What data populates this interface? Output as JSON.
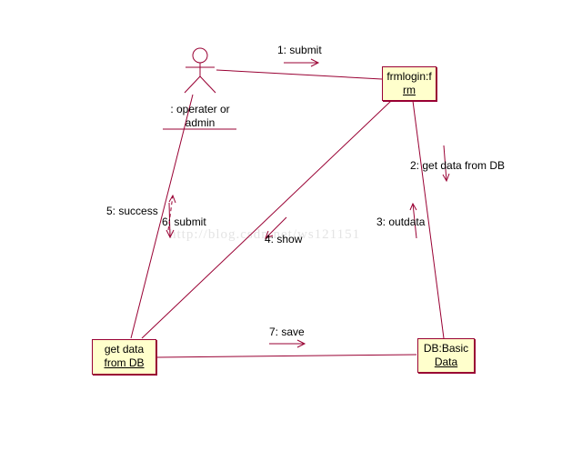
{
  "actor": {
    "label_line1": ": operater or",
    "label_line2": "admin"
  },
  "objects": {
    "frmlogin": {
      "line1": "frmlogin:f",
      "line2": "rm"
    },
    "db_basic": {
      "line1": "DB:Basic",
      "line2": "Data"
    },
    "get_data": {
      "line1": "get data",
      "line2": "from DB"
    }
  },
  "messages": {
    "m1": "1: submit",
    "m2": "2: get data from DB",
    "m3": "3: outdata",
    "m4": "4: show",
    "m5": "5: success",
    "m6": "6: submit",
    "m7": "7: save"
  },
  "watermark": "http://blog.csdn.net/ws121151",
  "colors": {
    "line": "#990033",
    "box_fill": "#ffffcc"
  }
}
